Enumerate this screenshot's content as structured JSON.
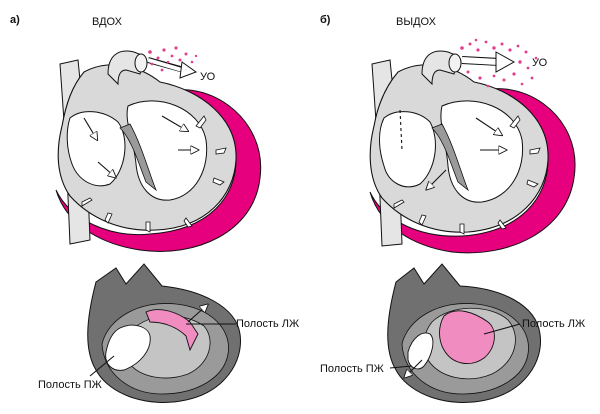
{
  "colors": {
    "pericardium": "#e6007e",
    "particles": "#e23f8e",
    "cavity_pink": "#f08cc0",
    "gray_dark": "#707070",
    "gray_mid": "#9a9a9a",
    "gray_light": "#c4c4c4",
    "outline": "#111111"
  },
  "panels": [
    {
      "letter": "а)",
      "phase": "ВДОХ",
      "flow_label": "УО",
      "lv_label": "Полость ЛЖ",
      "rv_label": "Полость ПЖ"
    },
    {
      "letter": "б)",
      "phase": "ВЫДОХ",
      "flow_label": "УО",
      "lv_label": "Полость ЛЖ",
      "rv_label": "Полость ПЖ"
    }
  ]
}
